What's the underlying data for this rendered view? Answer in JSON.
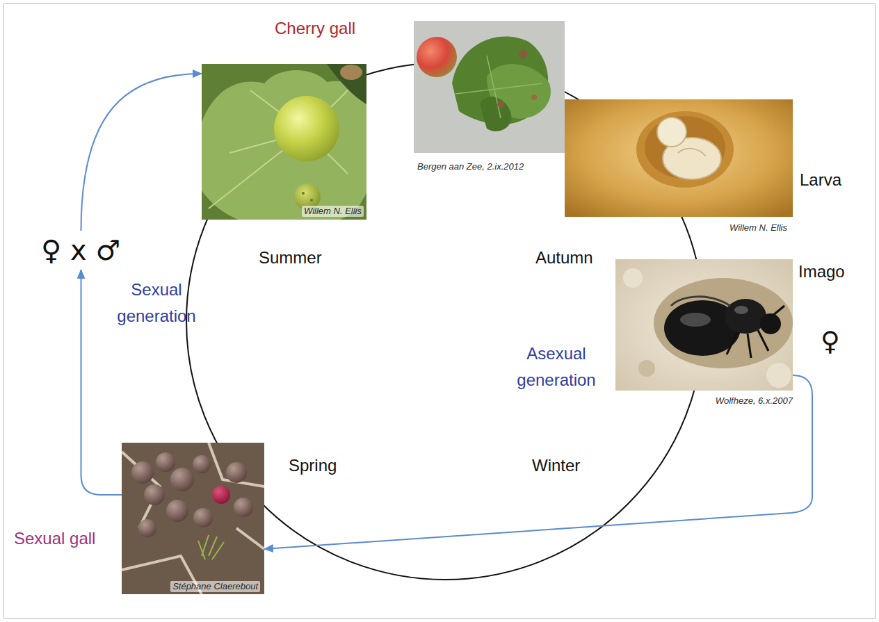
{
  "diagram": {
    "nodes": [
      {
        "text": [
          "Willem N. Ellis"
        ]
      },
      {
        "text": [
          "Bergen aan Zee, 2.ix.2012"
        ]
      },
      {
        "text": [
          "Willem N. Ellis"
        ]
      },
      {
        "text": [
          "Wolfheze, 6.x.2007"
        ]
      },
      {
        "text": [
          "Stéphane Claerebout"
        ]
      },
      {
        "text": [
          "♀ x ♂"
        ]
      }
    ],
    "edges": [
      {
        "from": 5,
        "to": 0,
        "arrow": "to"
      },
      {
        "from": 4,
        "to": 5,
        "arrow": "to"
      },
      {
        "from": 3,
        "to": 4,
        "arrow": "to"
      }
    ],
    "labels": [
      "Cherry gall",
      "Summer",
      "Autumn",
      "Spring",
      "Winter",
      "Larva",
      "Imago",
      "♀",
      "Asexual generation",
      "Sexual generation",
      "Sexual gall"
    ]
  }
}
